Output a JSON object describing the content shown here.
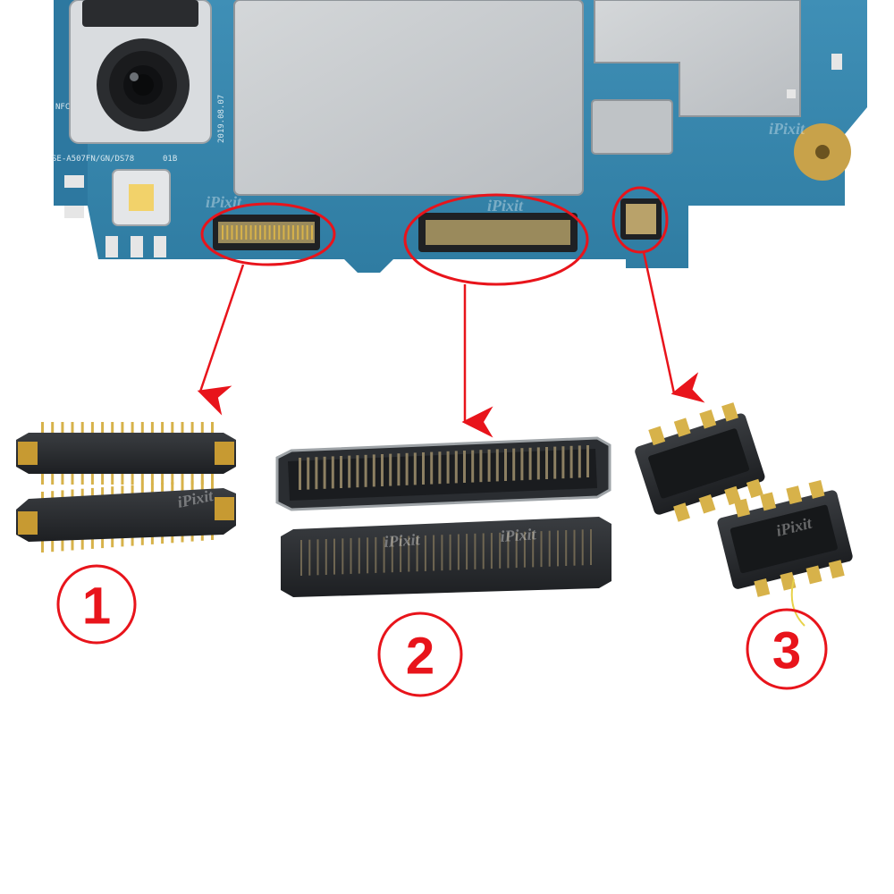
{
  "board": {
    "silk_model": "SE-A507FN/GN/DS78",
    "silk_date": "2019.08.07",
    "silk_rev": "01B",
    "silk_nfc": "NFC"
  },
  "labels": {
    "one": "1",
    "two": "2",
    "three": "3"
  },
  "watermark": "iPixit",
  "colors": {
    "board": "#3a8ab0",
    "board_dark": "#2b6f91",
    "shield": "#c9cdd0",
    "connector_body": "#2a2d31",
    "pins": "#d7b24a",
    "annotation_red": "#e8141b"
  },
  "icons": {
    "connector_1": "board-to-board-connector-icon",
    "connector_2": "fpc-connector-icon",
    "connector_3": "battery-connector-icon",
    "camera": "camera-lens-icon"
  }
}
